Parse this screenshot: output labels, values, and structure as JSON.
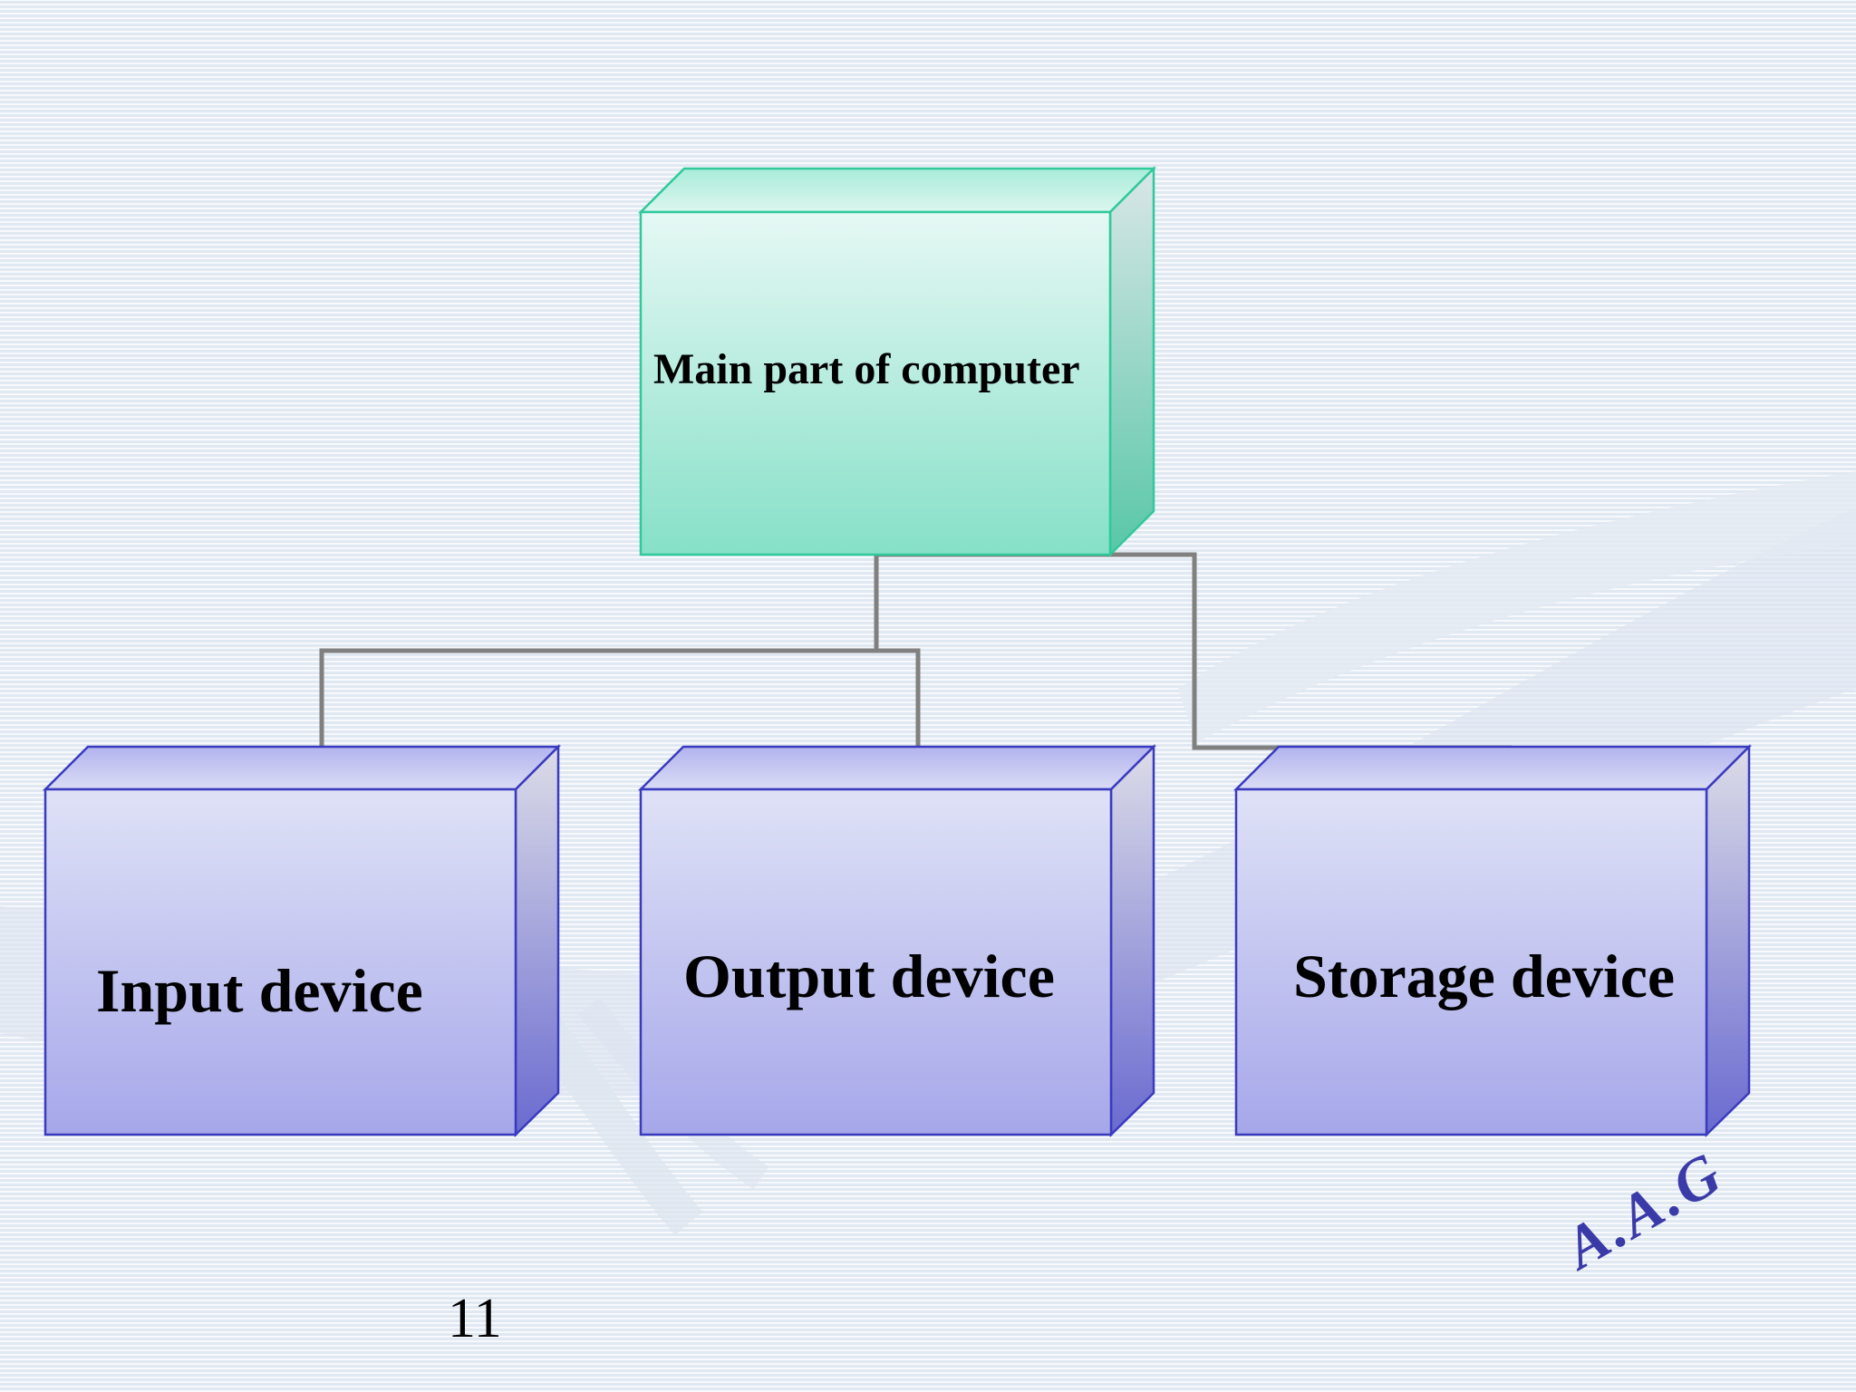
{
  "diagram": {
    "root": {
      "label": "Main part of computer",
      "color": "#8fe3cc"
    },
    "children": [
      {
        "id": "input",
        "label": "Input device",
        "color": "#a9a9ea"
      },
      {
        "id": "output",
        "label": "Output device",
        "color": "#a9a9ea"
      },
      {
        "id": "storage",
        "label": "Storage device",
        "color": "#a9a9ea"
      }
    ],
    "connector_color": "#808080"
  },
  "footer": {
    "page_number": "11",
    "signature": "A.A.G"
  }
}
